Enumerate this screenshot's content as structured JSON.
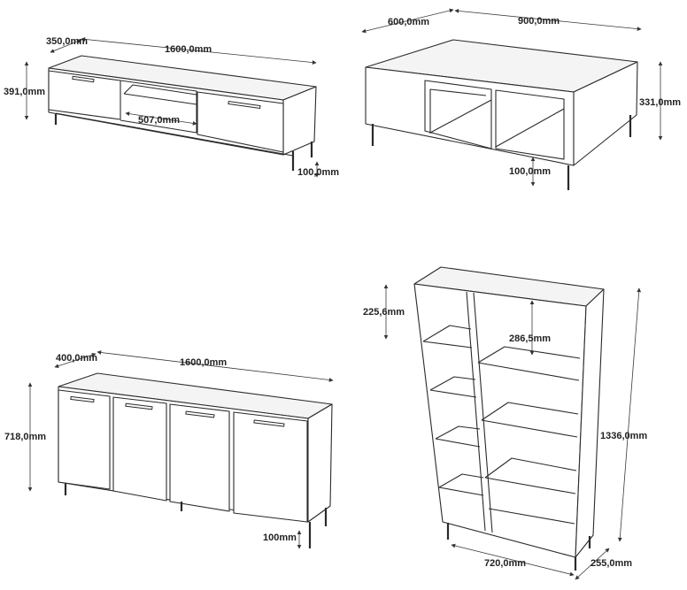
{
  "tv_unit": {
    "depth": "350,0mm",
    "width": "1600,0mm",
    "height": "391,0mm",
    "opening": "507,0mm",
    "leg": "100,0mm"
  },
  "coffee_table": {
    "depth": "600,0mm",
    "width": "900,0mm",
    "height": "331,0mm",
    "leg": "100,0mm"
  },
  "sideboard": {
    "depth": "400,0mm",
    "width": "1600,0mm",
    "height": "718,0mm",
    "leg": "100mm"
  },
  "bookcase": {
    "top_shelf": "225,6mm",
    "shelf_gap": "286,5mm",
    "height": "1336,0mm",
    "width": "720,0mm",
    "depth": "255,0mm"
  }
}
